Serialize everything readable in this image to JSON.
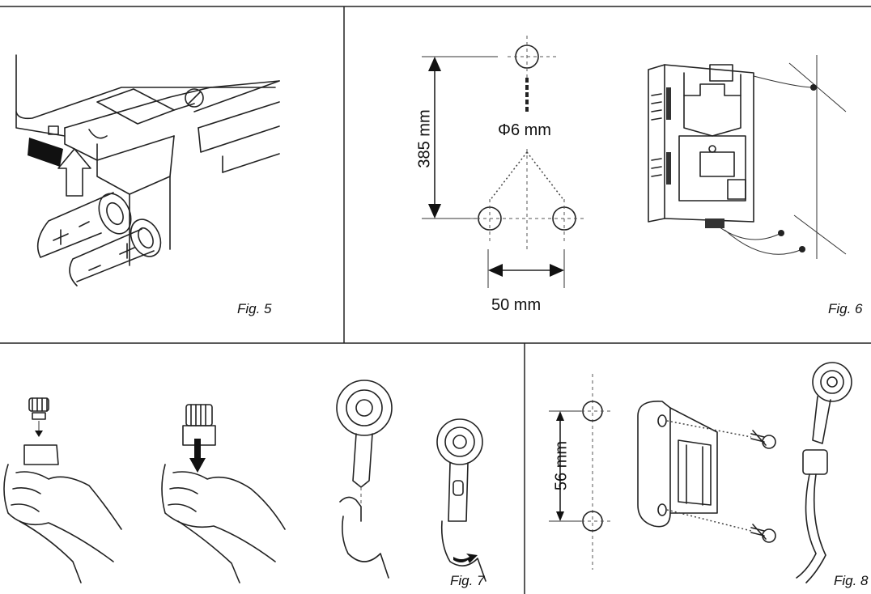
{
  "figures": {
    "fig5": {
      "caption": "Fig. 5",
      "battery_plus": "+",
      "battery_minus": "–"
    },
    "fig6": {
      "caption": "Fig. 6",
      "height_dim": "385 mm",
      "hole_dim": "Φ6 mm",
      "width_dim": "50 mm"
    },
    "fig7": {
      "caption": "Fig. 7"
    },
    "fig8": {
      "caption": "Fig. 8",
      "spacing_dim": "56 mm"
    }
  }
}
